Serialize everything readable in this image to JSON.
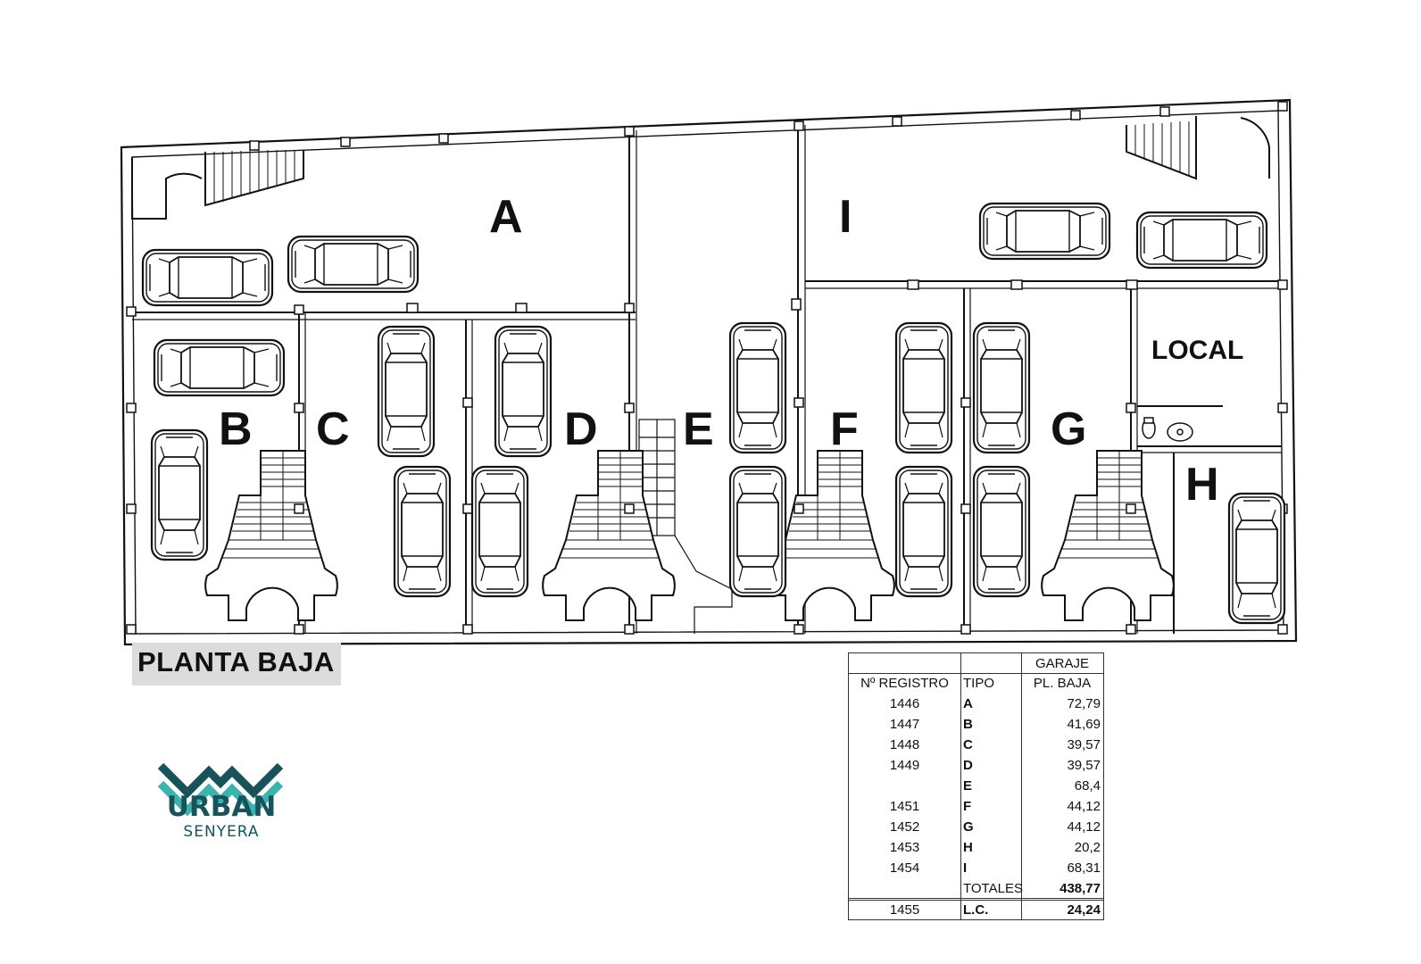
{
  "plan": {
    "units": [
      {
        "label": "A"
      },
      {
        "label": "B"
      },
      {
        "label": "C"
      },
      {
        "label": "D"
      },
      {
        "label": "E"
      },
      {
        "label": "F"
      },
      {
        "label": "G"
      },
      {
        "label": "H"
      },
      {
        "label": "I"
      }
    ],
    "local_label": "LOCAL",
    "caption": "PLANTA BAJA"
  },
  "logo": {
    "name": "URBAN",
    "subname": "SENYERA",
    "colors": {
      "teal_dark": "#18535b",
      "teal_light": "#3bb4b0"
    }
  },
  "table": {
    "group_header": "GARAJE",
    "headers": {
      "registro": "Nº REGISTRO",
      "tipo": "TIPO",
      "area": "PL. BAJA"
    },
    "rows": [
      {
        "registro": "1446",
        "tipo": "A",
        "area": "72,79"
      },
      {
        "registro": "1447",
        "tipo": "B",
        "area": "41,69"
      },
      {
        "registro": "1448",
        "tipo": "C",
        "area": "39,57"
      },
      {
        "registro": "1449",
        "tipo": "D",
        "area": "39,57"
      },
      {
        "registro": "",
        "tipo": "E",
        "area": "68,4"
      },
      {
        "registro": "1451",
        "tipo": "F",
        "area": "44,12"
      },
      {
        "registro": "1452",
        "tipo": "G",
        "area": "44,12"
      },
      {
        "registro": "1453",
        "tipo": "H",
        "area": "20,2"
      },
      {
        "registro": "1454",
        "tipo": "I",
        "area": "68,31"
      }
    ],
    "totals": {
      "label": "TOTALES",
      "area": "438,77"
    },
    "extra": {
      "registro": "1455",
      "tipo": "L.C.",
      "area": "24,24"
    }
  }
}
